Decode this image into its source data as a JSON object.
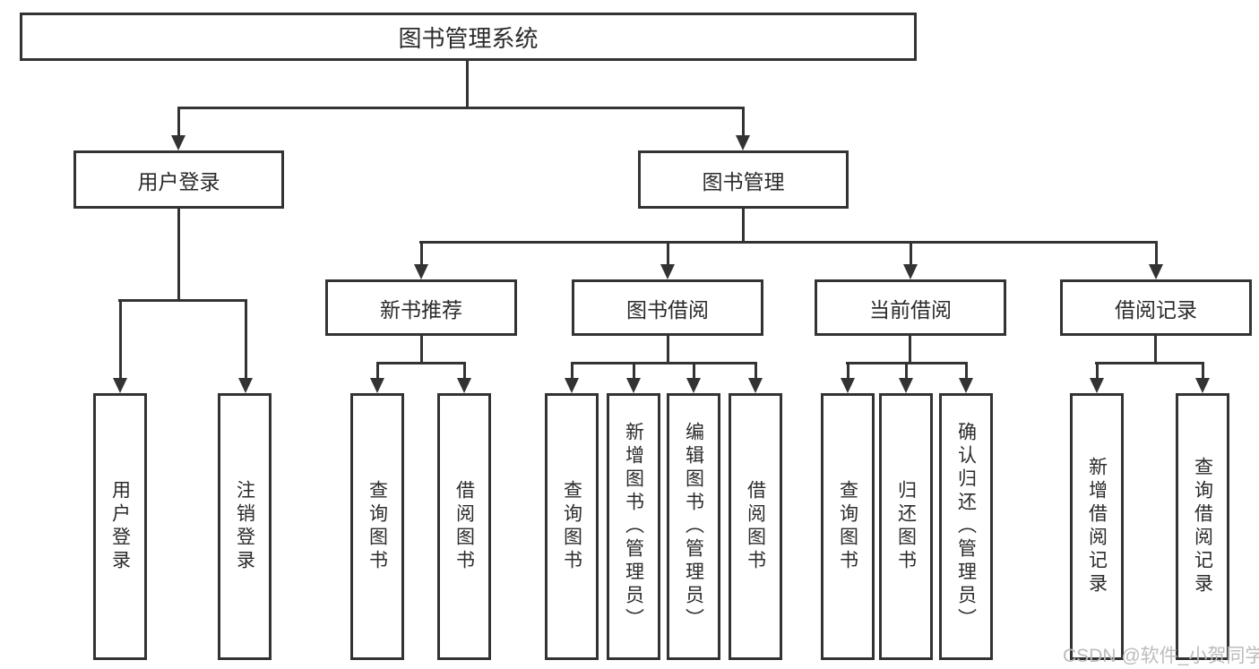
{
  "diagram": {
    "root": {
      "label": "图书管理系统"
    },
    "level2": [
      {
        "label": "用户登录"
      },
      {
        "label": "图书管理"
      }
    ],
    "level3": [
      {
        "label": "新书推荐"
      },
      {
        "label": "图书借阅"
      },
      {
        "label": "当前借阅"
      },
      {
        "label": "借阅记录"
      }
    ],
    "leaves": {
      "user_login": [
        "用户登录",
        "注销登录"
      ],
      "new_book_rec": [
        "查询图书",
        "借阅图书"
      ],
      "book_borrow": [
        "查询图书",
        "新增图书（管理员）",
        "编辑图书（管理员）",
        "借阅图书"
      ],
      "current_borrow": [
        "查询图书",
        "归还图书",
        "确认归还（管理员）"
      ],
      "borrow_records": [
        "新增借阅记录",
        "查询借阅记录"
      ]
    },
    "watermark": "CSDN @软件_小贺同学",
    "colors": {
      "line": "#333333",
      "text": "#2b2b2b",
      "watermark": "#bcbcbc",
      "background": "#ffffff"
    }
  }
}
